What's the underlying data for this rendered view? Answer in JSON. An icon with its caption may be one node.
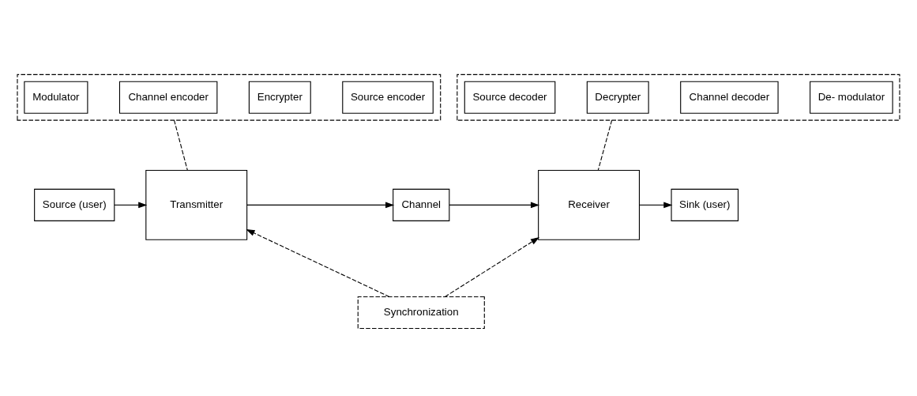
{
  "diagram": {
    "nodes": [
      {
        "text": [],
        "shape": "box"
      },
      {
        "text": [
          "Source encoder"
        ],
        "in": 0
      },
      {
        "text": [
          "Encrypter"
        ],
        "in": 0
      },
      {
        "text": [
          "Channel encoder"
        ],
        "in": 0
      },
      {
        "text": [
          "Modulator"
        ],
        "in": 0
      },
      {
        "text": [],
        "shape": "box"
      },
      {
        "text": [
          "De- modulator"
        ],
        "in": 5
      },
      {
        "text": [
          "Channel decoder"
        ],
        "in": 5
      },
      {
        "text": [
          "Decrypter"
        ],
        "in": 5
      },
      {
        "text": [
          "Source decoder"
        ],
        "in": 5
      },
      {
        "text": [
          "Source (user)"
        ]
      },
      {
        "text": [
          "Transmitter"
        ]
      },
      {
        "text": [
          "Channel"
        ]
      },
      {
        "text": [
          "Receiver"
        ]
      },
      {
        "text": [
          "Sink (user)"
        ]
      },
      {
        "text": [
          "Synchronization"
        ]
      }
    ],
    "edges": [
      {
        "from": 0,
        "to": 11,
        "arrow": "none",
        "style": "dashed"
      },
      {
        "from": 5,
        "to": 13,
        "arrow": "none",
        "style": "dashed"
      },
      {
        "from": 10,
        "to": 11,
        "arrow": "to"
      },
      {
        "from": 11,
        "to": 12,
        "arrow": "to"
      },
      {
        "from": 12,
        "to": 13,
        "arrow": "to"
      },
      {
        "from": 13,
        "to": 14,
        "arrow": "to"
      },
      {
        "from": 15,
        "to": 11,
        "arrow": "to",
        "style": "dashed"
      },
      {
        "from": 15,
        "to": 13,
        "arrow": "to",
        "style": "dashed"
      }
    ]
  }
}
